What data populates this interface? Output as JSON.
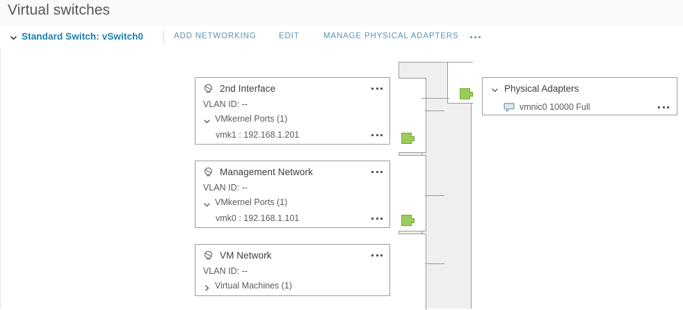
{
  "header": {
    "title": "Virtual switches"
  },
  "toolbar": {
    "switch_label": "Standard Switch: vSwitch0",
    "caret_icon": "chevron-down-icon",
    "actions": [
      {
        "label": "ADD NETWORKING"
      },
      {
        "label": "EDIT"
      },
      {
        "label": "MANAGE PHYSICAL ADAPTERS"
      }
    ],
    "more_icon": "ellipsis-icon",
    "accent_color": "#1b7fad",
    "action_color": "#5b93b3"
  },
  "topology": {
    "connector_color": "#9ccc5a",
    "connector_border": "#71a436",
    "block_fill": "#efefef",
    "block_border": "#9a9a9a",
    "nub_icon": "port-connector-icon"
  },
  "port_groups": [
    {
      "icon": "port-group-icon",
      "title": "2nd Interface",
      "vlan": "VLAN ID: --",
      "group_caret": "chevron-down-icon",
      "group_label": "VMkernel Ports (1)",
      "kebab_icon": "ellipsis-icon",
      "children": [
        {
          "label": "vmk1 : 192.168.1.201",
          "kebab_icon": "ellipsis-icon"
        }
      ]
    },
    {
      "icon": "port-group-icon",
      "title": "Management Network",
      "vlan": "VLAN ID: --",
      "group_caret": "chevron-down-icon",
      "group_label": "VMkernel Ports (1)",
      "kebab_icon": "ellipsis-icon",
      "children": [
        {
          "label": "vmk0 : 192.168.1.101",
          "kebab_icon": "ellipsis-icon"
        }
      ]
    },
    {
      "icon": "port-group-icon",
      "title": "VM Network",
      "vlan": "VLAN ID: --",
      "group_caret": "chevron-right-icon",
      "group_label": "Virtual Machines (1)",
      "kebab_icon": "ellipsis-icon",
      "children": []
    }
  ],
  "physical_adapters": {
    "caret_icon": "chevron-down-icon",
    "title": "Physical Adapters",
    "rows": [
      {
        "icon": "nic-icon",
        "label": "vmnic0 10000 Full",
        "kebab_icon": "ellipsis-icon"
      }
    ]
  }
}
